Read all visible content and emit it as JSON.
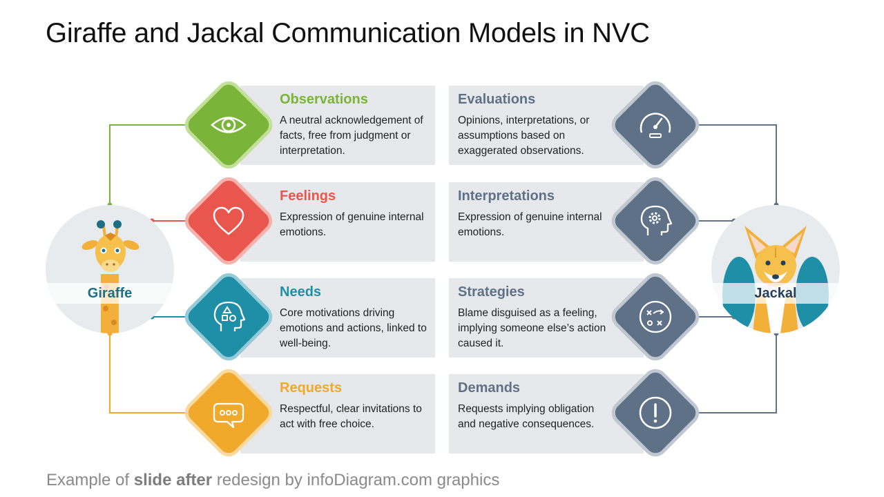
{
  "title": "Giraffe and Jackal Communication Models in NVC",
  "footer": {
    "prefix": "Example of ",
    "bold": "slide after",
    "suffix": " redesign by infoDiagram.com graphics"
  },
  "giraffe": {
    "name": "Giraffe",
    "items": [
      {
        "title": "Observations",
        "text": "A neutral acknowledgement of facts, free from judgment or interpretation.",
        "color": "#7ab439",
        "icon": "eye-icon"
      },
      {
        "title": "Feelings",
        "text": "Expression of genuine internal emotions.",
        "color": "#e8564d",
        "icon": "heart-icon"
      },
      {
        "title": "Needs",
        "text": "Core motivations driving emotions and actions, linked to well-being.",
        "color": "#1f8ea7",
        "icon": "head-shapes-icon"
      },
      {
        "title": "Requests",
        "text": "Respectful, clear invitations to act with free choice.",
        "color": "#f0a92b",
        "icon": "speech-bubble-icon"
      }
    ]
  },
  "jackal": {
    "name": "Jackal",
    "items": [
      {
        "title": "Evaluations",
        "text": "Opinions, interpretations, or assumptions based on exaggerated observations.",
        "icon": "gauge-icon"
      },
      {
        "title": "Interpretations",
        "text": "Expression of genuine internal emotions.",
        "icon": "head-gear-icon"
      },
      {
        "title": "Strategies",
        "text": "Blame disguised as a feeling, implying someone else’s action caused it.",
        "icon": "strategy-icon"
      },
      {
        "title": "Demands",
        "text": "Requests implying obligation and negative consequences.",
        "icon": "exclamation-icon"
      }
    ],
    "color": "#5f7187"
  },
  "colors": {
    "card_bg": "#e6e8eb",
    "jackal_title": "#5f7187",
    "giraffe_name": "#1f6e86",
    "jackal_name": "#243f5e"
  }
}
